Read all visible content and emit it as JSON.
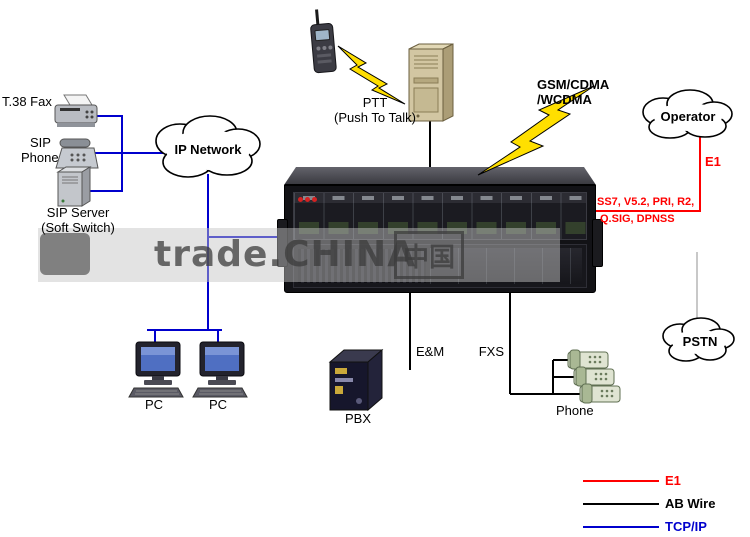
{
  "labels": {
    "fax": "T.38 Fax",
    "sip_phone_1": "SIP",
    "sip_phone_2": "Phone",
    "sip_server_1": "SIP Server",
    "sip_server_2": "(Soft Switch)",
    "ip_network": "IP Network",
    "ptt_1": "PTT",
    "ptt_2": "(Push To Talk)",
    "gsm_1": "GSM/CDMA",
    "gsm_2": "/WCDMA",
    "operator": "Operator",
    "e1": "E1",
    "trunk_1": "SS7,  V5.2, PRI, R2,",
    "trunk_2": "Q.SIG, DPNSS",
    "pstn": "PSTN",
    "pc_left": "PC",
    "pc_right": "PC",
    "pbx": "PBX",
    "em": "E&M",
    "fxs": "FXS",
    "phone": "Phone"
  },
  "legend": [
    {
      "label": "E1",
      "color": "#ff0000"
    },
    {
      "label": "AB Wire",
      "color": "#000000"
    },
    {
      "label": "TCP/IP",
      "color": "#0000cd"
    }
  ],
  "watermark": {
    "brand": "trade.CHINA",
    "stamp": "中国"
  },
  "colors": {
    "e1_link": "#ff0000",
    "ab_wire_link": "#000000",
    "tcpip_link": "#0000cd",
    "lightning": "#ffdf00"
  },
  "icons": [
    "walkie-talkie-icon",
    "tower-server-icon",
    "fax-icon",
    "sip-phone-icon",
    "sip-server-icon",
    "ip-network-cloud",
    "operator-cloud",
    "pstn-cloud",
    "pc-icon",
    "pbx-icon",
    "phone-icon",
    "lightning-bolt-icon",
    "gateway-device"
  ]
}
